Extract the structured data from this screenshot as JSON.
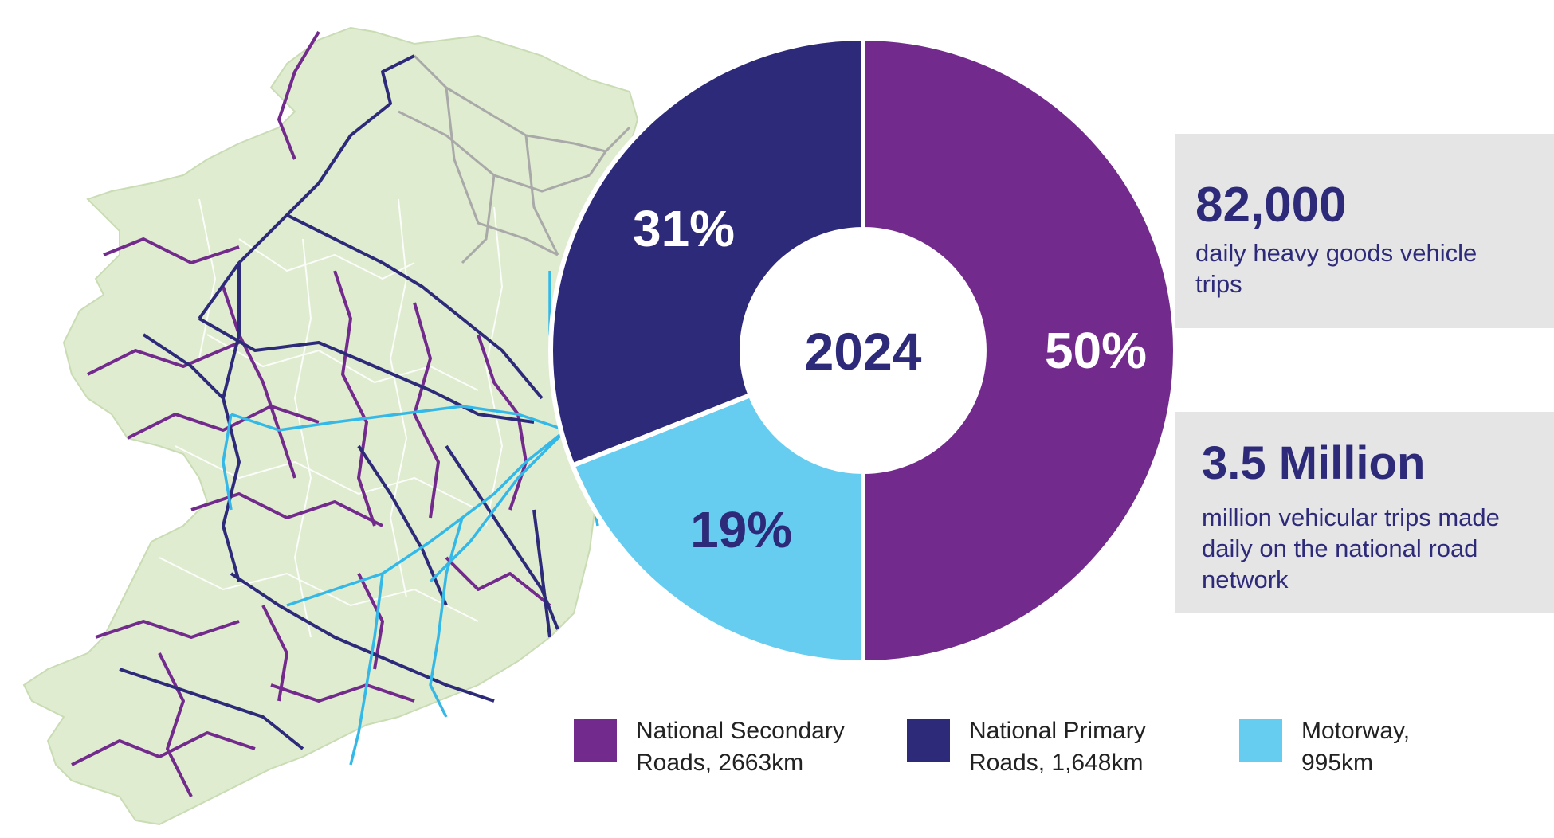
{
  "chart_data": {
    "type": "pie",
    "center_label": "2024",
    "slices": [
      {
        "label": "50%",
        "value": 50,
        "color": "#722b8c"
      },
      {
        "label": "19%",
        "value": 19,
        "color": "#66cdf0"
      },
      {
        "label": "31%",
        "value": 31,
        "color": "#2e2a7a"
      }
    ],
    "legend": [
      {
        "label": "National Secondary\nRoads, 2663km",
        "color": "#722b8c"
      },
      {
        "label": "National Primary\nRoads, 1,648km",
        "color": "#2e2a7a"
      },
      {
        "label": "Motorway,\n995km",
        "color": "#66cdf0"
      }
    ]
  },
  "stats": [
    {
      "value": "82,000",
      "description": "daily heavy goods vehicle trips"
    },
    {
      "value": "3.5 Million",
      "description": "million vehicular trips made daily on the national road network"
    }
  ],
  "map": {
    "land_color": "#dfeccf",
    "ni_road_color": "#a9a9a9",
    "county_border_color": "#ffffff"
  }
}
